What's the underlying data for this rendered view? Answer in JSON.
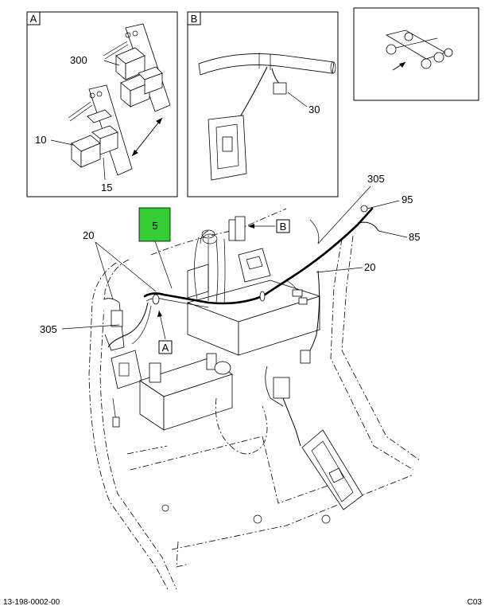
{
  "insets": {
    "a": {
      "letter": "A",
      "callouts": {
        "c300": "300",
        "c10": "10",
        "c15": "15"
      }
    },
    "b": {
      "letter": "B",
      "callouts": {
        "c30": "30"
      }
    }
  },
  "main": {
    "highlight": {
      "label": "5",
      "color": "#33cc33"
    },
    "callouts": {
      "c20_left": "20",
      "c305_top": "305",
      "c95": "95",
      "c85": "85",
      "c20_right": "20",
      "c305_left": "305"
    },
    "view_markers": {
      "b": "B",
      "a": "A"
    }
  },
  "footer": {
    "drawing_number": "13-198-0002-00",
    "sheet_code": "C03"
  }
}
